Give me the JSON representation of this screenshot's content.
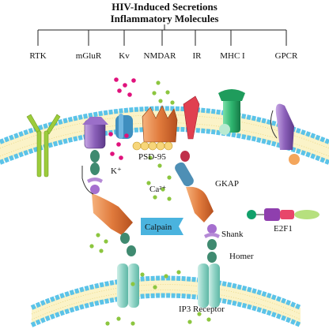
{
  "header": {
    "title_line1": "HIV-Induced Secretions",
    "title_line2": "Inflammatory Molecules"
  },
  "receptor_tree": [
    "RTK",
    "mGluR",
    "Kv",
    "NMDAR",
    "IR",
    "MHC I",
    "GPCR"
  ],
  "labels": {
    "k_ion": "K⁺",
    "psd95": "PSD-95",
    "ca_ion": "Ca²⁺",
    "calpain": "Calpain",
    "gkap": "GKAP",
    "shank": "Shank",
    "homer": "Homer",
    "e2f1": "E2F1",
    "ip3": "IP3 Receptor"
  },
  "colors": {
    "membrane_head": "#5bc3e8",
    "membrane_tail": "#f3e39a",
    "ca_dot": "#8cc63f",
    "k_dot": "#e0127c",
    "calpain": "#4ab3de",
    "orange": "#e07a3c",
    "teal": "#8fd3c5",
    "purple": "#8a5fb8",
    "green": "#2db46e"
  }
}
